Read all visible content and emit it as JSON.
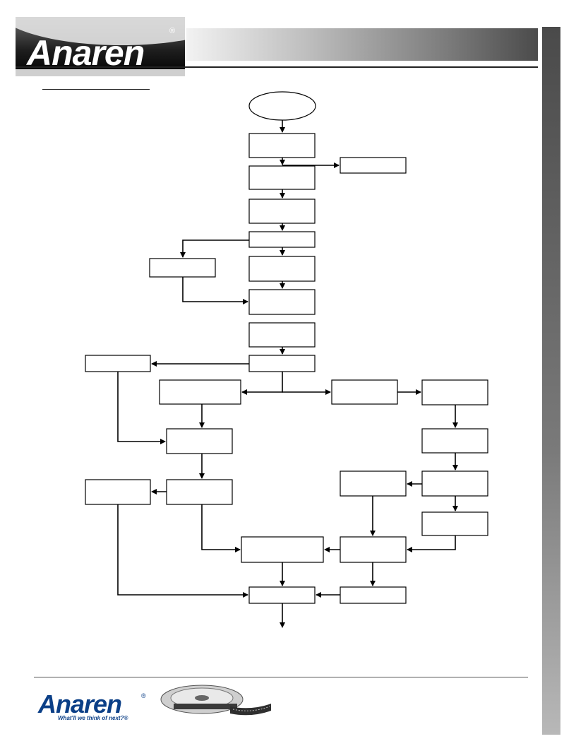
{
  "header": {
    "logo_text": "Anaren",
    "logo_mark": "®",
    "bar_color": "#7a7a7a"
  },
  "flowchart": {
    "start_label": "",
    "step_labels": [
      "",
      "",
      "",
      "",
      "",
      "",
      "",
      "",
      "",
      "",
      "",
      "",
      "",
      "",
      "",
      "",
      "",
      "",
      "",
      "",
      "",
      "",
      "",
      "",
      "",
      "",
      ""
    ]
  },
  "footer": {
    "logo_text": "Anaren",
    "logo_mark": "®",
    "tagline": "What'll we think of next?®",
    "brand_color": "#0b3f87",
    "reel_icon": "tape-reel-icon"
  }
}
